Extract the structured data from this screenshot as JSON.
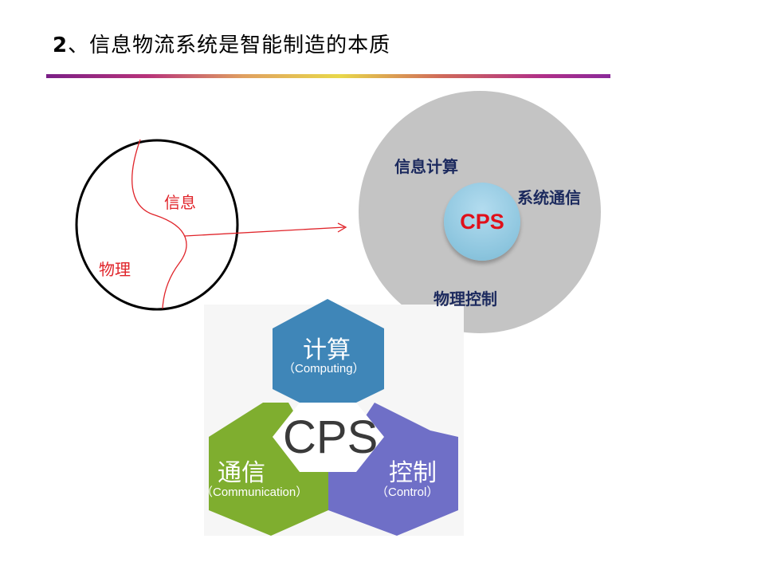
{
  "title": {
    "number": "2",
    "text": "、信息物流系统是智能制造的本质"
  },
  "left_circle": {
    "info_label": "信息",
    "physical_label": "物理"
  },
  "right_circle": {
    "core_label": "CPS",
    "info_compute": "信息计算",
    "system_comm": "系统通信",
    "physical_control": "物理控制"
  },
  "hex_diagram": {
    "center": "CPS",
    "compute": {
      "title": "计算",
      "subtitle": "（Computing）"
    },
    "communication": {
      "title": "通信",
      "subtitle": "（Communication）"
    },
    "control": {
      "title": "控制",
      "subtitle": "（Control）"
    }
  },
  "colors": {
    "compute_hex": "#3f86b8",
    "communication_hex": "#7fae2f",
    "control_hex": "#6f6fc7",
    "outer_circle": "#c4c4c4",
    "core_circle": "#8cc5de",
    "red_text": "#e0242a",
    "navy_text": "#1c2a5e"
  }
}
